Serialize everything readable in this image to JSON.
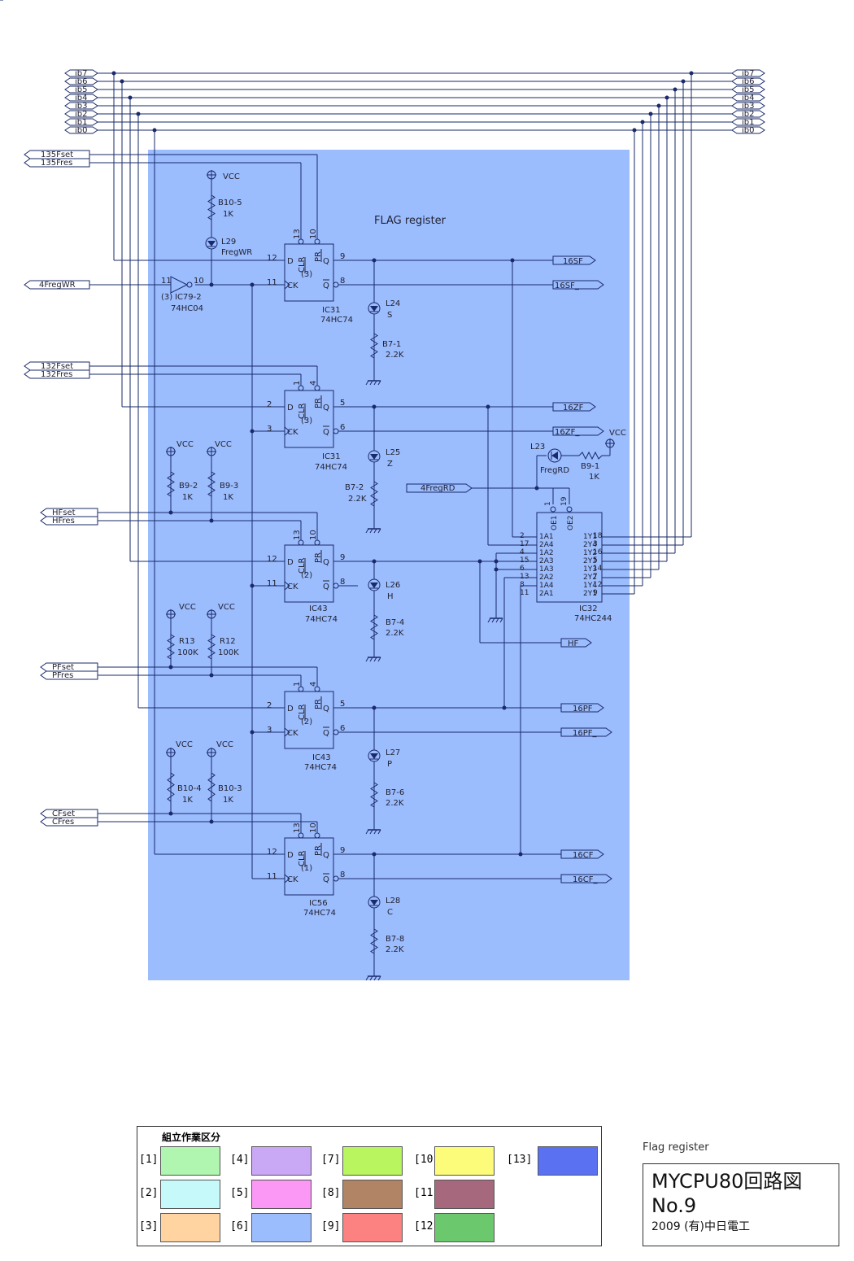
{
  "buses": {
    "ib": [
      "ib7",
      "ib6",
      "ib5",
      "ib4",
      "ib3",
      "ib2",
      "ib1",
      "ib0"
    ]
  },
  "signals": {
    "s135fset": "135Fset",
    "s135fres": "135Fres",
    "fregwr": "4FregWR",
    "s132fset": "132Fset",
    "s132fres": "132Fres",
    "hfset": "HFset",
    "hfres": "HFres",
    "pfset": "PFset",
    "pfres": "PFres",
    "cfset": "CFset",
    "cfres": "CFres",
    "fregrd": "4FregRD",
    "o16sf": "16SF",
    "o16sfn": "16SF_",
    "o16zf": "16ZF",
    "o16zfn": "16ZF_",
    "ohf": "HF",
    "o16pf": "16PF",
    "o16pfn": "16PF_",
    "o16cf": "16CF",
    "o16cfn": "16CF_"
  },
  "region_label": "FLAG  register",
  "vcc": "VCC",
  "parts": {
    "b10_5": "B10-5",
    "k1": "1K",
    "l29": "L29",
    "fregwr_led": "FregWR",
    "ic79": "IC79-2",
    "hc04": "74HC04",
    "inv_unit": "(3)",
    "ic31": "IC31",
    "ic43": "IC43",
    "ic56": "IC56",
    "hc74": "74HC74",
    "u3": "(3)",
    "u2": "(2)",
    "u1": "(1)",
    "l24": "L24",
    "s": "S",
    "b7_1": "B7-1",
    "k22": "2.2K",
    "l25": "L25",
    "z": "Z",
    "b7_2": "B7-2",
    "b9_2": "B9-2",
    "b9_3": "B9-3",
    "l26": "L26",
    "h": "H",
    "b7_4": "B7-4",
    "r13": "R13",
    "r12": "R12",
    "k100": "100K",
    "l27": "L27",
    "p": "P",
    "b7_6": "B7-6",
    "b10_4": "B10-4",
    "b10_3": "B10-3",
    "l28": "L28",
    "c": "C",
    "b7_8": "B7-8",
    "l23": "L23",
    "fregrd_led": "FregRD",
    "b9_1": "B9-1",
    "ic32": "IC32",
    "hc244": "74HC244"
  },
  "ff_pins": {
    "d": "D",
    "ck": "CK",
    "q": "Q",
    "qn": "Q",
    "clr": "CLR",
    "pr": "PR"
  },
  "ff_pin_numbers": {
    "ff1": {
      "clr": "13",
      "pr": "10",
      "d": "12",
      "ck": "11",
      "q": "9",
      "qn": "8"
    },
    "ff2": {
      "clr": "1",
      "pr": "4",
      "d": "2",
      "ck": "3",
      "q": "5",
      "qn": "6"
    }
  },
  "inv_pins": {
    "in": "11",
    "out": "10"
  },
  "ic244": {
    "left_names": [
      "1A1",
      "2A4",
      "1A2",
      "2A3",
      "1A3",
      "2A2",
      "1A4",
      "2A1"
    ],
    "left_pins": [
      "2",
      "17",
      "4",
      "15",
      "6",
      "13",
      "8",
      "11"
    ],
    "right_names": [
      "1Y1",
      "2Y4",
      "1Y2",
      "2Y3",
      "1Y3",
      "2Y2",
      "1Y4",
      "2Y1"
    ],
    "right_pins": [
      "18",
      "3",
      "16",
      "5",
      "14",
      "7",
      "12",
      "9"
    ],
    "oe1": "OE1",
    "oe2": "OE2",
    "oe1_pin": "1",
    "oe2_pin": "19"
  },
  "legend": {
    "title": "組立作業区分",
    "items": [
      {
        "label": "[1]",
        "color": "#b0f5b0"
      },
      {
        "label": "[2]",
        "color": "#c6fafa"
      },
      {
        "label": "[3]",
        "color": "#ffd4a0"
      },
      {
        "label": "[4]",
        "color": "#c9a8f5"
      },
      {
        "label": "[5]",
        "color": "#fb97f5"
      },
      {
        "label": "[6]",
        "color": "#9bbcfd"
      },
      {
        "label": "[7]",
        "color": "#b8f55e"
      },
      {
        "label": "[8]",
        "color": "#b08465"
      },
      {
        "label": "[9]",
        "color": "#fc8181"
      },
      {
        "label": "[10]",
        "color": "#fcfc7a"
      },
      {
        "label": "[11]",
        "color": "#a6687c"
      },
      {
        "label": "[12]",
        "color": "#6cc86c"
      },
      {
        "label": "[13]",
        "color": "#5a72f2"
      }
    ]
  },
  "title_block": {
    "caption": "Flag register",
    "line1": "MYCPU80回路図",
    "line2": "No.9",
    "line3": "2009 (有)中日電工"
  },
  "colors": {
    "region": "#9bbcfd",
    "wire": "#1a2a6a"
  }
}
